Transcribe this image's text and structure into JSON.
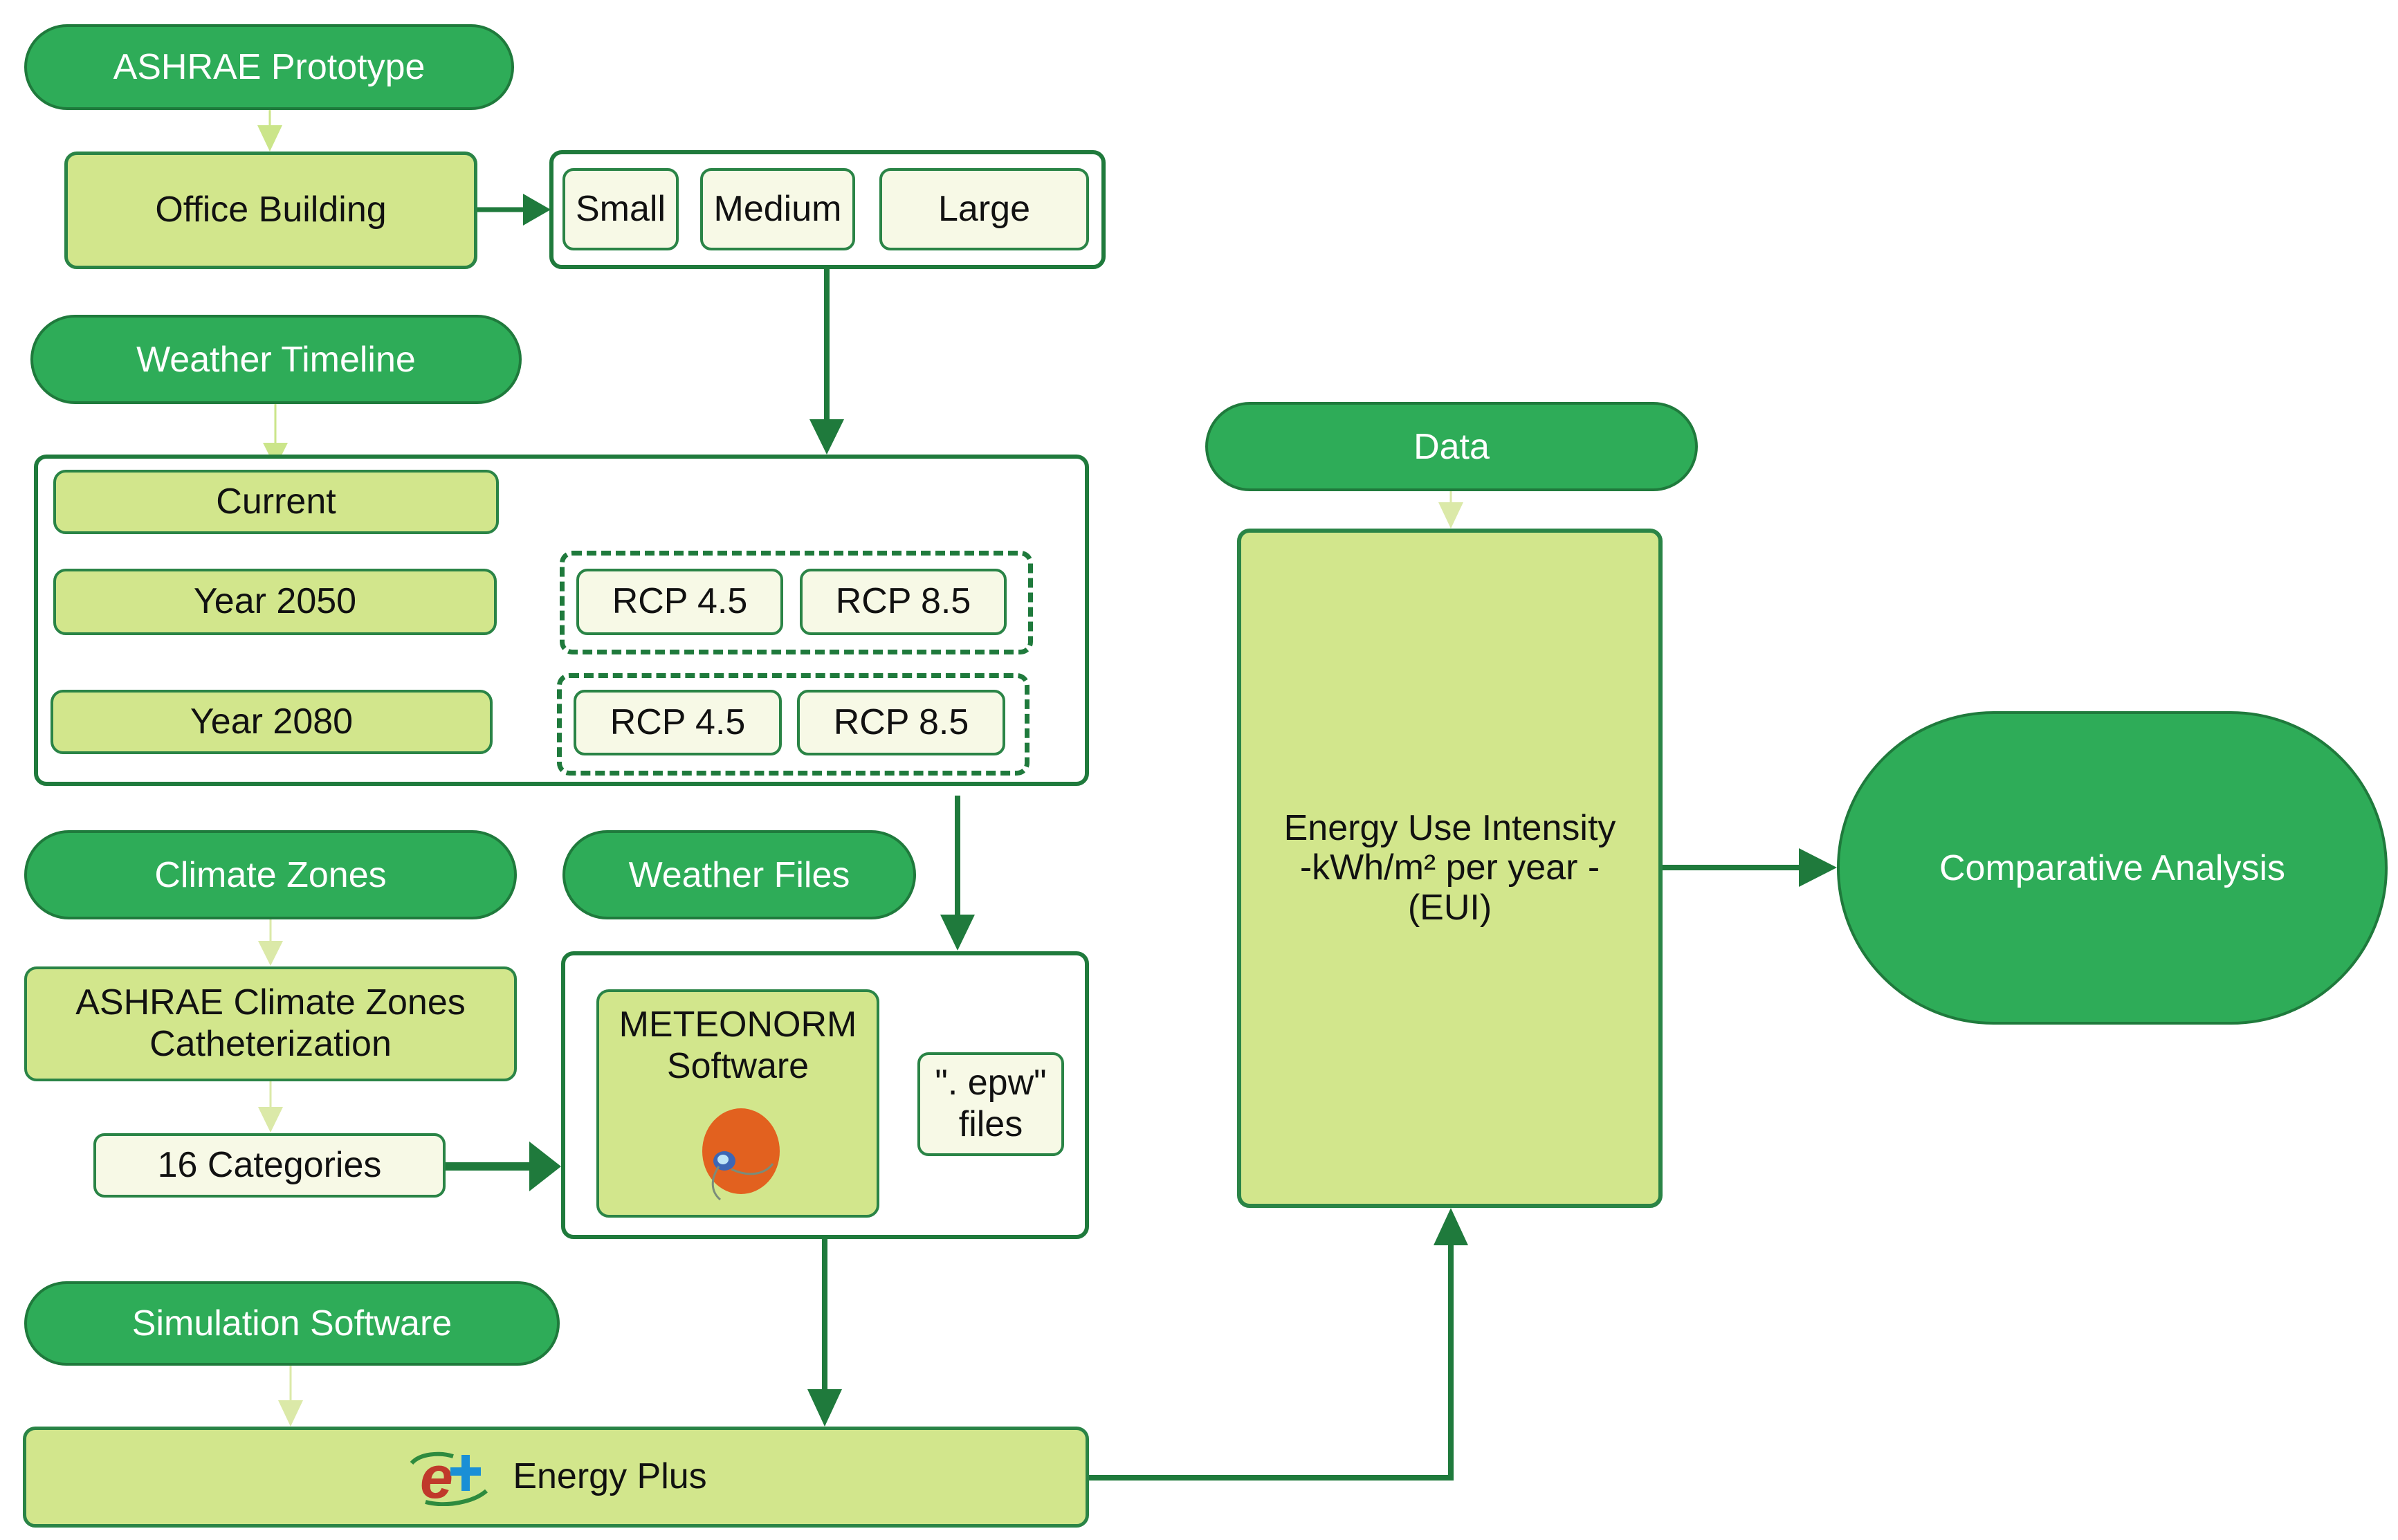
{
  "diagram": {
    "colors": {
      "header_fill": "#2eac58",
      "header_border": "#1f7a3c",
      "box_fill": "#d2e68c",
      "light_box_fill": "#f7f9e6",
      "connector_dark": "#1f7a3c",
      "connector_light": "#cbe58a"
    },
    "building": {
      "header": "ASHRAE Prototype",
      "type": "Office Building",
      "sizes": [
        "Small",
        "Medium",
        "Large"
      ]
    },
    "weather_timeline": {
      "header": "Weather Timeline",
      "current": "Current",
      "years": [
        {
          "label": "Year 2050",
          "scenarios": [
            "RCP 4.5",
            "RCP 8.5"
          ]
        },
        {
          "label": "Year 2080",
          "scenarios": [
            "RCP 4.5",
            "RCP 8.5"
          ]
        }
      ]
    },
    "climate": {
      "header": "Climate Zones",
      "classification": "ASHRAE Climate Zones Catheterization",
      "classification_lines": [
        "ASHRAE Climate Zones",
        "Catheterization"
      ],
      "categories": "16 Categories"
    },
    "weather_files": {
      "header": "Weather Files",
      "software_lines": [
        "METEONORM",
        "Software"
      ],
      "software_icon": "meteonorm-logo-icon",
      "output_lines": [
        "\". epw\"",
        "files"
      ]
    },
    "simulation": {
      "header": "Simulation Software",
      "tool": "Energy Plus",
      "tool_icon": "energyplus-logo-icon"
    },
    "data": {
      "header": "Data",
      "metric_lines": [
        "Energy Use Intensity",
        "-kWh/m² per year -",
        "(EUI)"
      ]
    },
    "result": "Comparative Analysis"
  }
}
